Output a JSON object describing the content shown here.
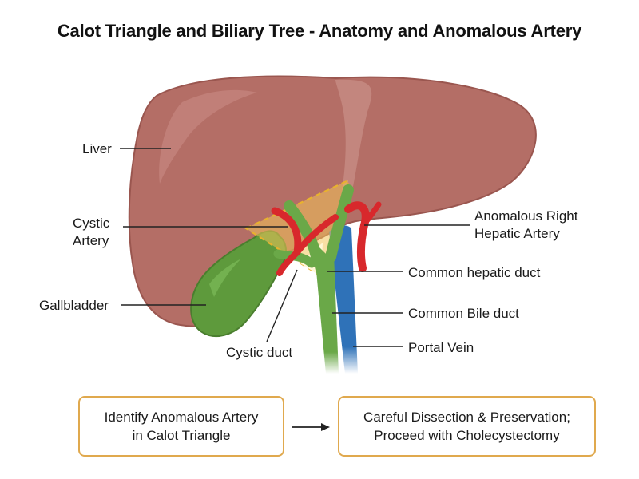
{
  "title": "Calot Triangle and Biliary Tree - Anatomy and Anomalous Artery",
  "labels": {
    "liver": "Liver",
    "cystic_artery_line1": "Cystic",
    "cystic_artery_line2": "Artery",
    "gallbladder": "Gallbladder",
    "cystic_duct": "Cystic duct",
    "anomalous_line1": "Anomalous Right",
    "anomalous_line2": "Hepatic Artery",
    "common_hepatic_duct": "Common hepatic duct",
    "common_bile_duct": "Common Bile duct",
    "portal_vein": "Portal Vein"
  },
  "flow": {
    "step1_line1": "Identify Anomalous Artery",
    "step1_line2": "in Calot Triangle",
    "step2_line1": "Careful Dissection & Preservation;",
    "step2_line2": "Proceed with Cholecystectomy"
  },
  "colors": {
    "liver": "#b46e66",
    "liver_dark": "#99554e",
    "gallbladder": "#5e9a3c",
    "bile_duct": "#6aa848",
    "artery": "#d8282c",
    "portal_vein": "#2f72b8",
    "calot_triangle": "#f3c55a",
    "box_border": "#e0a94e"
  }
}
